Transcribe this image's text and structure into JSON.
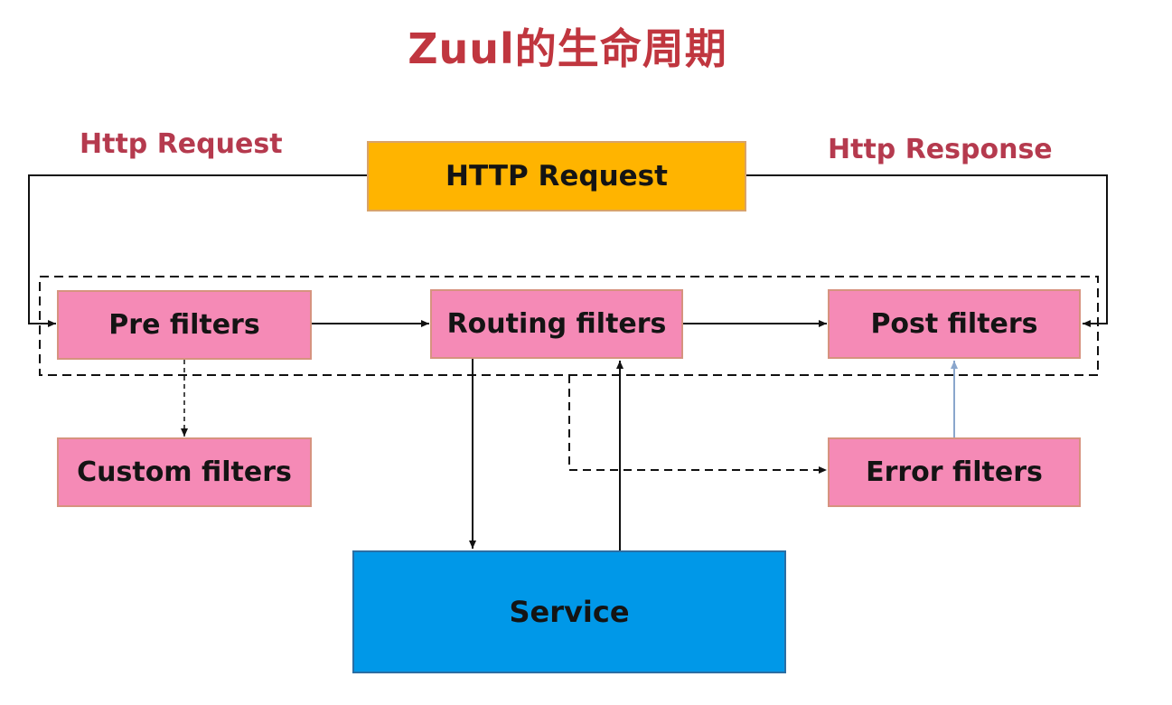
{
  "title": "Zuul的生命周期",
  "labels": {
    "http_request": "Http Request",
    "http_response": "Http Response"
  },
  "nodes": {
    "http_request": "HTTP Request",
    "pre_filters": "Pre filters",
    "routing_filters": "Routing filters",
    "post_filters": "Post filters",
    "custom_filters": "Custom filters",
    "error_filters": "Error filters",
    "service": "Service"
  },
  "colors": {
    "title": "#c0363f",
    "side_labels": "#b53a4e",
    "http_request_box": "#ffb400",
    "filter_box": "#f58ab6",
    "service_box": "#0098e8",
    "error_to_post_arrow": "#8aa6cc"
  }
}
